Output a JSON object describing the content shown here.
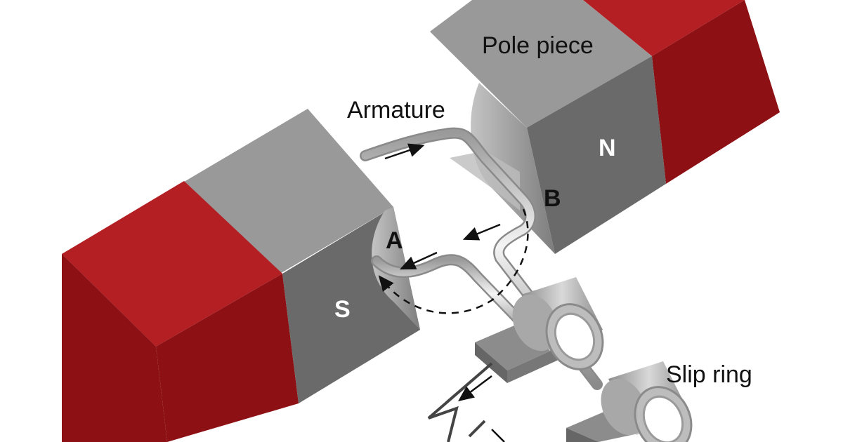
{
  "labels": {
    "pole_piece": "Pole piece",
    "armature": "Armature",
    "slip_ring": "Slip ring"
  },
  "poles": {
    "south": "S",
    "north": "N"
  },
  "points": {
    "a": "A",
    "b": "B"
  },
  "colors": {
    "magnet_front": "#b41f24",
    "magnet_side": "#8c1014",
    "pole_top": "#999999",
    "pole_face": "#6a6a6a",
    "wire": "#d8d8d8",
    "ring": "#a9a9a9",
    "arrow": "#111111"
  }
}
